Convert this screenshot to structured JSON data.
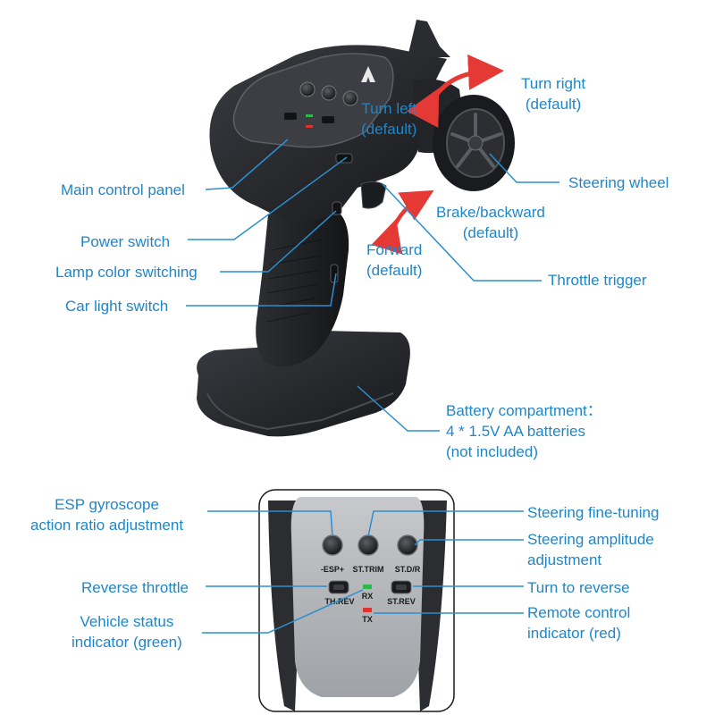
{
  "colors": {
    "label": "#1f86c8",
    "leader": "#2a8fd0",
    "arrow": "#e53935",
    "body": "#2b2d31",
    "body_dark": "#1b1c1f",
    "panel": "#b7b9bc",
    "led_green": "#2fb84a",
    "led_red": "#e0332f"
  },
  "icons": {
    "turn_arrow": "curved-double-arrow-icon",
    "trigger_arrow": "curved-double-arrow-icon",
    "knob": "knob-icon",
    "switch": "toggle-switch-icon",
    "led": "led-indicator-icon",
    "logo": "brand-logo-icon"
  },
  "labels": {
    "turn_right": [
      "Turn right",
      "(default)"
    ],
    "turn_left": [
      "Turn left",
      "(default)"
    ],
    "main_control_panel": "Main control panel",
    "steering_wheel": "Steering wheel",
    "brake_backward": [
      "Brake/backward",
      "(default)"
    ],
    "power_switch": "Power switch",
    "forward": [
      "Forward",
      "(default)"
    ],
    "lamp_color_switching": "Lamp color switching",
    "throttle_trigger": "Throttle trigger",
    "car_light_switch": "Car light switch",
    "battery_compartment": [
      "Battery compartment：",
      "4 * 1.5V AA batteries",
      "(not included)"
    ],
    "esp_gyroscope": [
      "ESP gyroscope",
      "action ratio adjustment"
    ],
    "steering_fine_tuning": "Steering fine-tuning",
    "steering_amplitude": [
      "Steering amplitude",
      "adjustment"
    ],
    "reverse_throttle": "Reverse throttle",
    "turn_to_reverse": "Turn to reverse",
    "vehicle_status": [
      "Vehicle status",
      "indicator (green)"
    ],
    "remote_control_indicator": [
      "Remote control",
      "indicator (red)"
    ]
  },
  "panel": {
    "knobs": [
      "-ESP+",
      "ST.TRIM",
      "ST.D/R"
    ],
    "switches": [
      "TH.REV",
      "ST.REV"
    ],
    "leds": [
      "RX",
      "TX"
    ]
  }
}
